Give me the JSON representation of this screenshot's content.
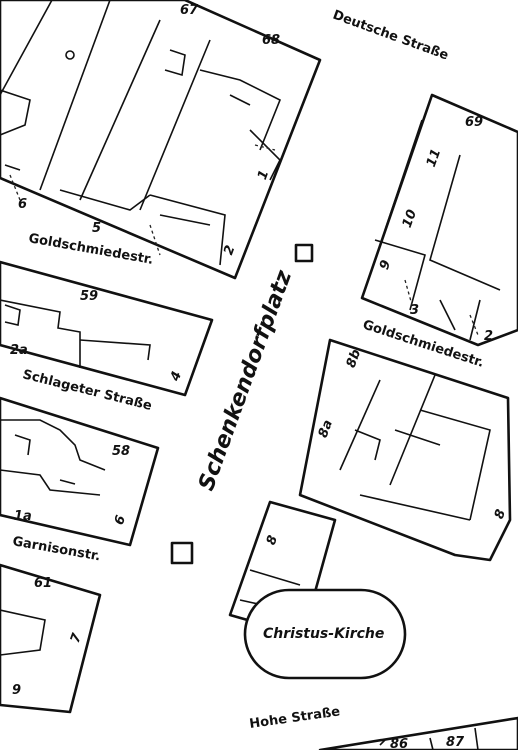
{
  "streets": {
    "deutsche": "Deutsche Straße",
    "goldschmiede_left": "Goldschmiedestr.",
    "goldschmiede_right": "Goldschmiedestr.",
    "schlageter": "Schlageter Straße",
    "garnison": "Garnisonstr.",
    "hohe": "Hohe Straße",
    "platz": "Schenkendorfplatz"
  },
  "buildings": {
    "church": "Christus-Kirche"
  },
  "block_numbers": {
    "b67": "67",
    "b68": "68",
    "b69": "69",
    "b59": "59",
    "b58": "58",
    "b61": "61",
    "b87": "87",
    "b86": "86"
  },
  "house_numbers": {
    "h6_top": "6",
    "h5": "5",
    "h2_top": "2",
    "h1": "1",
    "h11": "11",
    "h10": "10",
    "h9_right": "9",
    "h3": "3",
    "h2_right": "2",
    "h2a": "2a",
    "h4": "4",
    "h8b": "8b",
    "h8a": "8a",
    "h8_right": "8",
    "h1a": "1a",
    "h6_mid": "6",
    "h8_center": "8",
    "h7": "7",
    "h9_bottom": "9"
  },
  "colors": {
    "ink": "#111111",
    "paper": "#ffffff"
  }
}
